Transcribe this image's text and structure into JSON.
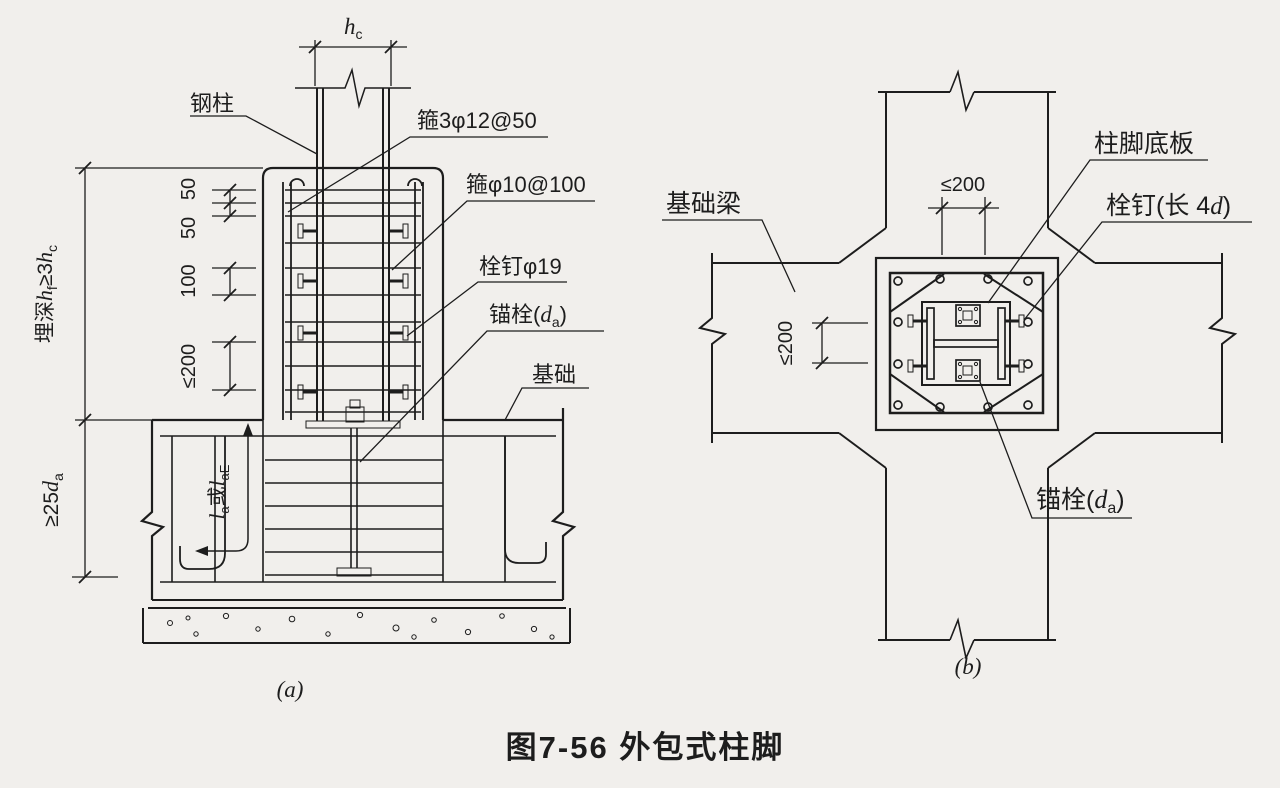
{
  "colors": {
    "ink": "#1d1d1d",
    "background": "#f1efec"
  },
  "title": "图7-56  外包式柱脚",
  "fig_a": {
    "caption": "(a)",
    "labels": {
      "steel_column": "钢柱",
      "stirrup_dense": "箍3φ12@50",
      "stirrup": "箍φ10@100",
      "stud": "栓钉φ19",
      "anchor_p1": "锚栓(",
      "anchor_p2": "d",
      "anchor_p3": "a",
      "anchor_p4": ")",
      "foundation": "基础"
    },
    "dims": {
      "hc_p1": "h",
      "hc_p2": "c",
      "d50a": "50",
      "d50b": "50",
      "d100": "100",
      "d200": "≤200",
      "embed_p1": "埋深",
      "embed_p2": "h",
      "embed_p3": "f",
      "embed_p4": "≥3",
      "embed_p5": "h",
      "embed_p6": "c",
      "depth_p1": "≥25",
      "depth_p2": "d",
      "depth_p3": "a",
      "anch_p1": "l",
      "anch_p2": "a",
      "anch_p3": "或",
      "anch_p4": "l",
      "anch_p5": "aE"
    }
  },
  "fig_b": {
    "caption": "(b)",
    "labels": {
      "foundation_beam": "基础梁",
      "base_plate": "柱脚底板",
      "stud_p1": "栓钉(长 4",
      "stud_p2": "d",
      "stud_p3": ")",
      "anchor_p1": "锚栓(",
      "anchor_p2": "d",
      "anchor_p3": "a",
      "anchor_p4": ")"
    },
    "dims": {
      "top": "≤200",
      "left": "≤200"
    }
  }
}
